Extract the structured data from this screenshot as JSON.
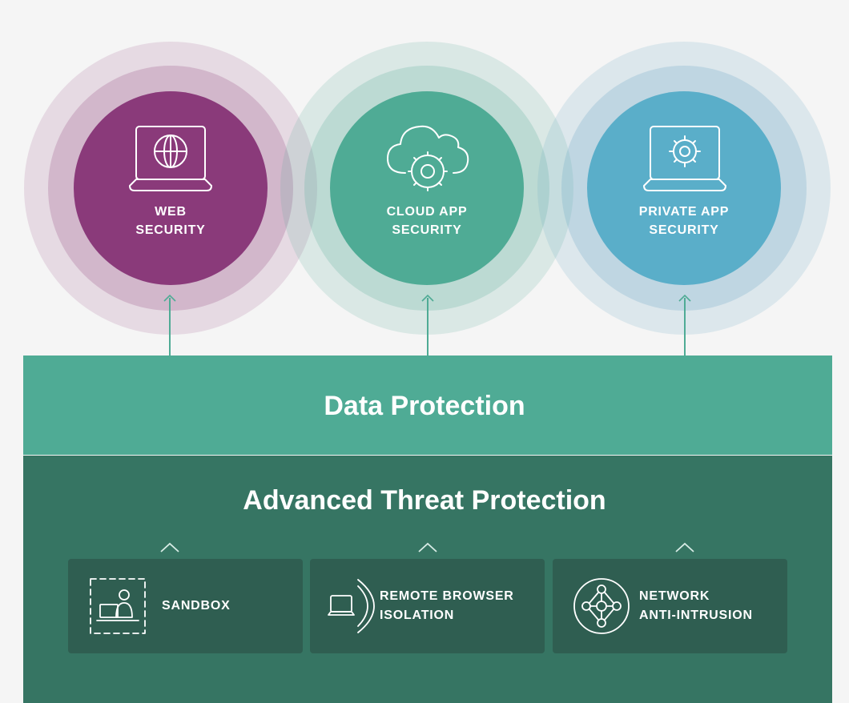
{
  "circles": {
    "web": {
      "line1": "WEB",
      "line2": "SECURITY",
      "icon": "laptop-globe-icon",
      "color": "#8a3a7a"
    },
    "cloud": {
      "line1": "CLOUD APP",
      "line2": "SECURITY",
      "icon": "cloud-gear-icon",
      "color": "#4fab95"
    },
    "priv": {
      "line1": "PRIVATE APP",
      "line2": "SECURITY",
      "icon": "laptop-gear-icon",
      "color": "#5aaec9"
    }
  },
  "bands": {
    "data": {
      "title": "Data Protection",
      "color": "#4fab95"
    },
    "threat": {
      "title": "Advanced Threat Protection",
      "color": "#367563"
    }
  },
  "cards": [
    {
      "line1": "SANDBOX",
      "line2": "",
      "icon": "sandbox-user-icon"
    },
    {
      "line1": "REMOTE BROWSER",
      "line2": "ISOLATION",
      "icon": "remote-laptop-icon"
    },
    {
      "line1": "NETWORK",
      "line2": "ANTI-INTRUSION",
      "icon": "network-nodes-icon"
    }
  ]
}
